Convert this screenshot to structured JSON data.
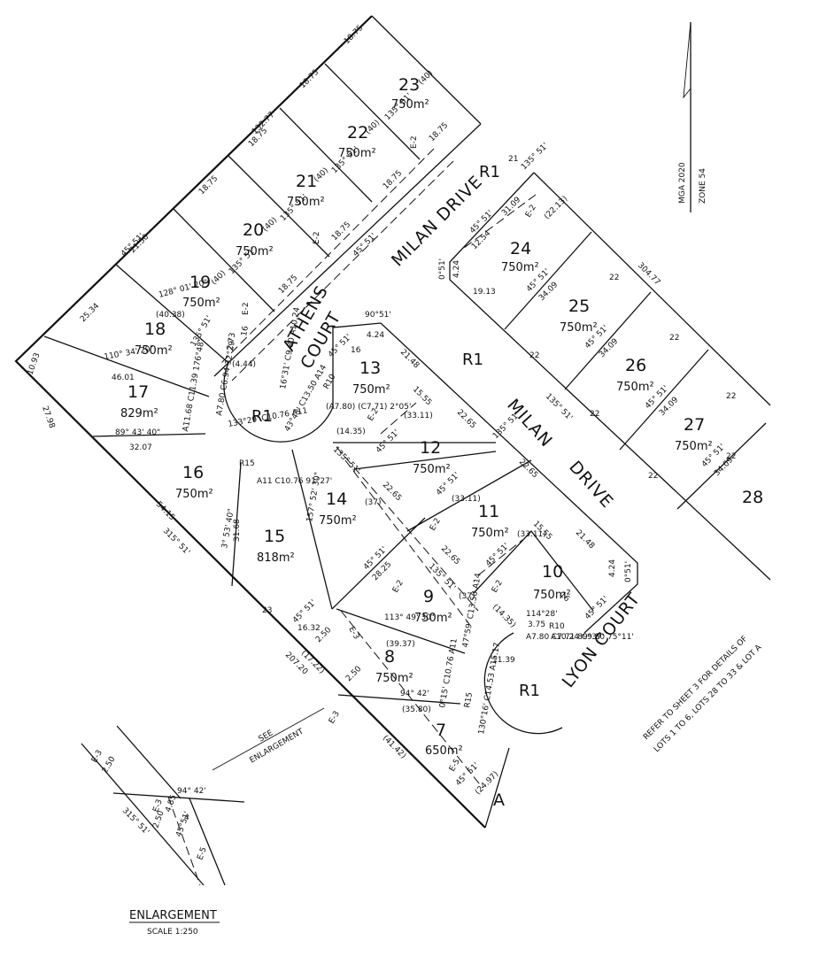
{
  "north": {
    "datum": "MGA 2020",
    "zone": "ZONE 54"
  },
  "road_names": {
    "athens_1": "ATHENS",
    "athens_2": "COURT",
    "milan_top": "MILAN DRIVE",
    "milan_right_1": "MILAN",
    "milan_right_2": "DRIVE",
    "lyon": "LYON COURT"
  },
  "reserve": "R1",
  "lots": [
    {
      "num": "23",
      "area": "750m²"
    },
    {
      "num": "22",
      "area": "750m²"
    },
    {
      "num": "21",
      "area": "750m²"
    },
    {
      "num": "20",
      "area": "750m²"
    },
    {
      "num": "19",
      "area": "750m²"
    },
    {
      "num": "18",
      "area": "750m²"
    },
    {
      "num": "17",
      "area": "829m²"
    },
    {
      "num": "16",
      "area": "750m²"
    },
    {
      "num": "15",
      "area": "818m²"
    },
    {
      "num": "14",
      "area": "750m²"
    },
    {
      "num": "13",
      "area": "750m²"
    },
    {
      "num": "12",
      "area": "750m²"
    },
    {
      "num": "11",
      "area": "750m²"
    },
    {
      "num": "10",
      "area": "750m²"
    },
    {
      "num": "9",
      "area": "750m²"
    },
    {
      "num": "8",
      "area": "750m²"
    },
    {
      "num": "7",
      "area": "650m²"
    },
    {
      "num": "24",
      "area": "750m²"
    },
    {
      "num": "25",
      "area": "750m²"
    },
    {
      "num": "26",
      "area": "750m²"
    },
    {
      "num": "27",
      "area": "750m²"
    }
  ],
  "other_labels": {
    "lot_28": "28",
    "lot_a": "A"
  },
  "dimensions": {
    "top_18_75": "18.75",
    "d132_77": "132.77",
    "d21_50": "21.50",
    "d45_51": "45° 51'",
    "d135_51": "135° 51'",
    "d40": "(40)",
    "e2": "E-2",
    "e3": "E-3",
    "e5": "E-5",
    "d25_34": "25.34",
    "d10_93": "10.93",
    "d27_98": "27.98",
    "d46_01": "46.01",
    "d32_07": "32.07",
    "d54_15": "54.15",
    "d315_51": "315° 51'",
    "d23": "23",
    "d207_20": "207.20",
    "d128": "128° 01' 20\"",
    "d110": "110° 34' 20\"",
    "d89": "89° 43' 40\"",
    "d40_38": "(40.38)",
    "d4_44": "(4.44)",
    "d2_73": "2.73",
    "d16": "16",
    "d90_51": "90°51'",
    "d4_24": "4.24",
    "d21_48": "21.48",
    "d15_55": "15.55",
    "d33_11": "(33.11)",
    "d22_65": "22.65",
    "d14_35": "(14.35)",
    "d37": "(37)",
    "d31_68": "31.68",
    "d3_53": "3° 53' 40\"",
    "d157": "157° 52' 30\"",
    "d28_25": "28.25",
    "d16_32": "16.32",
    "d113": "113° 49' 30\"",
    "d39_37": "(39.37)",
    "d94_42": "94° 42'",
    "d35_80": "(35.80)",
    "d17_22": "(17.22)",
    "d2_50": "2.50",
    "d41_42": "(41.42)",
    "d24_97": "(24.97)",
    "d0_15": "0°15'",
    "d11_39": "11.39",
    "d304_77": "304.77",
    "d22": "22",
    "d34_09": "34.09",
    "d19_13": "19.13",
    "d31_09": "31.09",
    "d22_13": "(22.13)",
    "d12_54": "12.54",
    "d0_51": "0°51'",
    "d21": "21",
    "d114": "114°28'",
    "d3_75": "3.75",
    "arc_a": "A7.80 C6.94 32°29'",
    "arc_b": "133°29' C10.76 A11",
    "arc_c": "43°43' C13.50 A14",
    "arc_d": "A11 C10.76 91°27'",
    "arc_e": "16°31' C9.80 A10.24",
    "arc_f": "(A7.80) (C7.71) 2°05'",
    "arc_g": "A11.68 C11.39 176°48'",
    "r15": "R15",
    "r10": "R10",
    "arc_h": "47°59' C13.50 A14",
    "arc_i": "A7.80 C7.71 89°37'",
    "arc_j": "A10.24 C9.80 75°11'",
    "arc_k": "130°16' C14.53 A15.17",
    "arc_l": "0°15' C10.76 A11"
  },
  "notes": {
    "see": "SEE",
    "enlargement_arrow": "ENLARGEMENT",
    "refer_1": "REFER TO SHEET 3 FOR DETAILS OF",
    "refer_2": "LOTS 1 TO 6, LOTS 28 TO 33 & LOT A"
  },
  "enlargement": {
    "title": "ENLARGEMENT",
    "scale": "SCALE 1:250",
    "e3": "E-3",
    "e5": "E-5",
    "d2_50": "2.50",
    "d94_42": "94° 42'",
    "d315_51": "315° 51'",
    "d4_85": "4.85",
    "d4": "4",
    "d45_51": "45°51'"
  }
}
